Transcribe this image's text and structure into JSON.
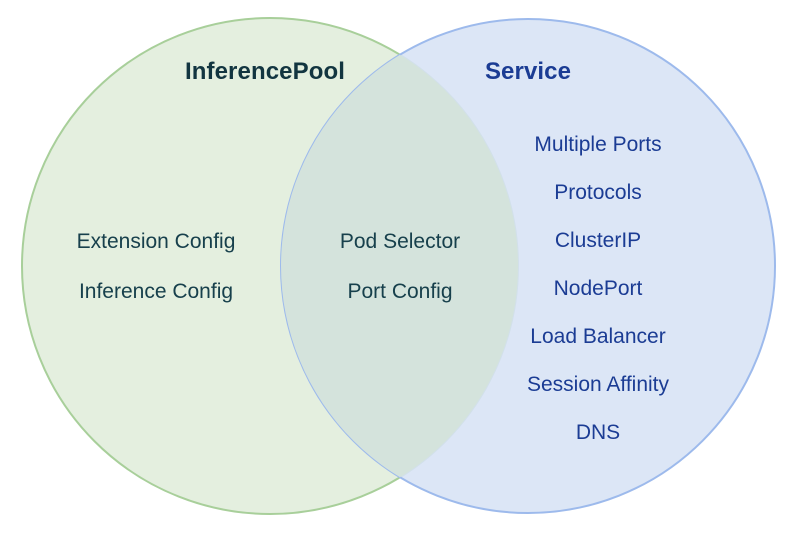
{
  "diagram": {
    "type": "venn",
    "background_color": "#ffffff",
    "sets": [
      {
        "id": "inferencepool",
        "title": "InferencePool",
        "title_color": "#123540",
        "fill_color": "#e4efdf",
        "stroke_color": "#a8cf9a",
        "text_color": "#17404c",
        "items": [
          "Extension Config",
          "Inference Config"
        ]
      },
      {
        "id": "service",
        "title": "Service",
        "title_color": "#1b3c94",
        "fill_color": "#d7e3f5",
        "stroke_color": "#9dbaec",
        "text_color": "#1b3c94",
        "items": [
          "Multiple Ports",
          "Protocols",
          "ClusterIP",
          "NodePort",
          "Load Balancer",
          "Session Affinity",
          "DNS"
        ]
      }
    ],
    "intersection": {
      "id": "shared",
      "fill_color": "#d4e3dc",
      "text_color": "#17404c",
      "items": [
        "Pod Selector",
        "Port Config"
      ]
    }
  }
}
